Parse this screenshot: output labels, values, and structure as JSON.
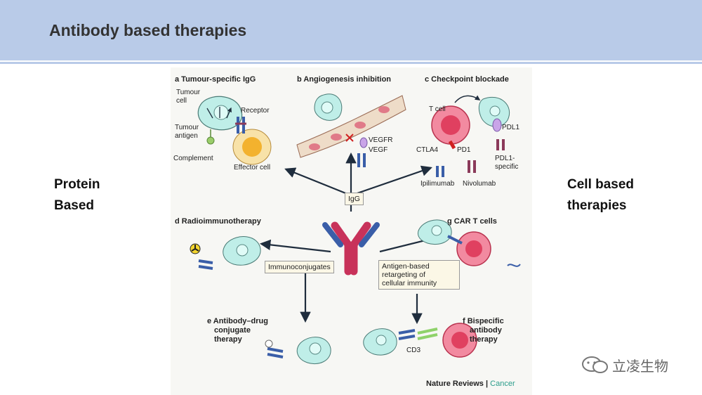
{
  "title": "Antibody based therapies",
  "left_label": [
    "Protein",
    "Based"
  ],
  "right_label": [
    "Cell based",
    "therapies"
  ],
  "figure": {
    "panel_a": {
      "title": "a  Tumour-specific IgG",
      "tumour_cell": [
        "Tumour",
        "cell"
      ],
      "receptor": "Receptor",
      "tumour_antigen": [
        "Tumour",
        "antigen"
      ],
      "complement": "Complement",
      "effector_cell": "Effector cell"
    },
    "panel_b": {
      "title": "b  Angiogenesis inhibition",
      "vegfr": "VEGFR",
      "vegf": "VEGF"
    },
    "panel_c": {
      "title": "c  Checkpoint blockade",
      "t_cell": "T cell",
      "pdl1": "PDL1",
      "ctla4": "CTLA4",
      "pd1": "PD1",
      "pdl1_specific": [
        "PDL1-",
        "specific"
      ],
      "ipilimumab": "Ipilimumab",
      "nivolumab": "Nivolumab"
    },
    "igg": "IgG",
    "panel_d": {
      "title": "d  Radioimmunotherapy"
    },
    "immunoconjugates": "Immunoconjugates",
    "antigen_based": [
      "Antigen-based",
      "retargeting of",
      "cellular immunity"
    ],
    "panel_g": {
      "title": "g  CAR T cells"
    },
    "panel_e": {
      "title": [
        "e  Antibody–drug",
        "conjugate",
        "therapy"
      ]
    },
    "panel_f": {
      "title": [
        "f  Bispecific",
        "antibody",
        "therapy"
      ],
      "cd3": "CD3"
    },
    "credit": {
      "source": "Nature Reviews",
      "separator": "|",
      "journal": "Cancer"
    }
  },
  "watermark": "立凌生物",
  "colors": {
    "header": "#b9cbe8",
    "tumour_cell": "#bfeee8",
    "t_cell": "#e04060",
    "antibody_blue": "#3a5ea8",
    "antibody_red": "#c8325a",
    "vessel": "#eedcc8"
  }
}
